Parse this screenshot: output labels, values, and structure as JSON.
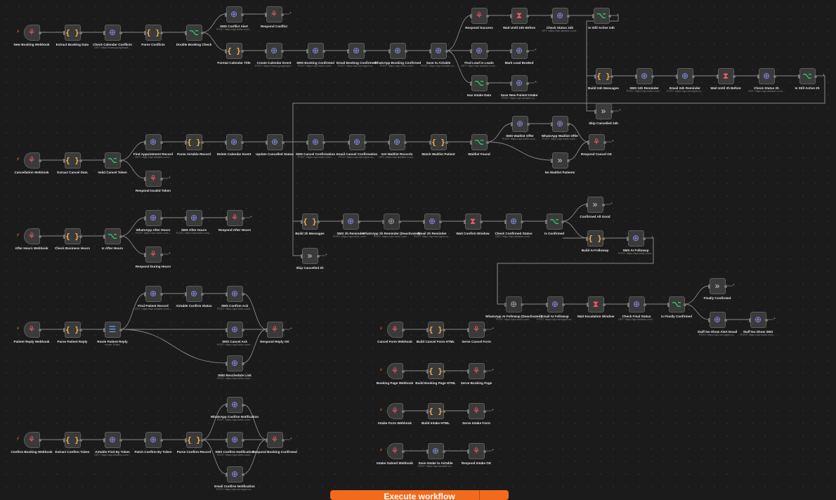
{
  "nodes": [
    {
      "id": "n1",
      "label": "New Booking Webhook",
      "type": "webhook",
      "trigger": true
    },
    {
      "id": "n2",
      "label": "Extract Booking Data",
      "type": "code"
    },
    {
      "id": "n3",
      "label": "Check Calendar Conflicts",
      "sub": "GET: https://www.googleapis...",
      "type": "http"
    },
    {
      "id": "n4",
      "label": "Parse Conflicts",
      "type": "code"
    },
    {
      "id": "n5",
      "label": "Double Booking Check",
      "type": "if"
    },
    {
      "id": "n6",
      "label": "SMS Conflict Alert",
      "sub": "POST: https://api.twilio.com/...",
      "type": "http"
    },
    {
      "id": "n7",
      "label": "Respond Conflict",
      "type": "webhook"
    },
    {
      "id": "n8",
      "label": "Format Calendar Title",
      "type": "code"
    },
    {
      "id": "n9",
      "label": "Create Calendar Event",
      "sub": "POST: https://www.googleapis...",
      "type": "http"
    },
    {
      "id": "n10",
      "label": "SMS Booking Confirmed",
      "sub": "POST: https://api.twilio.com/...",
      "type": "http"
    },
    {
      "id": "n11",
      "label": "Email Booking Confirmed",
      "sub": "POST: https://api.sendgrid.co...",
      "type": "http"
    },
    {
      "id": "n12",
      "label": "WhatsApp Booking Confirmed",
      "sub": "POST: https://api.twilio.com/...",
      "type": "http"
    },
    {
      "id": "n13",
      "label": "Save to Airtable",
      "sub": "POST: https://api.airtable.co...",
      "type": "http"
    },
    {
      "id": "n14",
      "label": "Respond Success",
      "type": "webhook"
    },
    {
      "id": "n15",
      "label": "Wait Until 24h Before",
      "type": "wait"
    },
    {
      "id": "n16",
      "label": "Check Status 24h",
      "sub": "GET: https://api.airtable.com/...",
      "type": "http"
    },
    {
      "id": "n17",
      "label": "Is Still Active 24h",
      "type": "if"
    },
    {
      "id": "n18",
      "label": "Find Lead in Leads",
      "sub": "GET: https://api.airtable.com/...",
      "type": "http"
    },
    {
      "id": "n19",
      "label": "Mark Lead Booked",
      "type": "http"
    },
    {
      "id": "n20",
      "label": "Has Intake Data",
      "type": "if"
    },
    {
      "id": "n21",
      "label": "Save New Patient Intake",
      "sub": "POST: https://api.airtable.co...",
      "type": "http"
    },
    {
      "id": "n22",
      "label": "Build 24h Messages",
      "type": "code"
    },
    {
      "id": "n23",
      "label": "SMS 24h Reminder",
      "sub": "POST: https://api.twilio.com/...",
      "type": "http"
    },
    {
      "id": "n24",
      "label": "Email 24h Reminder",
      "sub": "POST: https://api.sendgrid.co...",
      "type": "http"
    },
    {
      "id": "n25",
      "label": "Wait Until 2h Before",
      "type": "wait"
    },
    {
      "id": "n26",
      "label": "Check Status 2h",
      "sub": "GET: https://api.airtable.com/...",
      "type": "http"
    },
    {
      "id": "n27",
      "label": "Is Still Active 2h",
      "type": "if"
    },
    {
      "id": "n28",
      "label": "Skip Cancelled 24h",
      "type": "noop"
    },
    {
      "id": "n29",
      "label": "Cancellation Webhook",
      "type": "webhook",
      "trigger": true
    },
    {
      "id": "n30",
      "label": "Extract Cancel Data",
      "type": "code"
    },
    {
      "id": "n31",
      "label": "Valid Cancel Token",
      "type": "if"
    },
    {
      "id": "n32",
      "label": "Find Appointment Record",
      "sub": "GET: https://api.airtable.com/...",
      "type": "http"
    },
    {
      "id": "n33",
      "label": "Parse Airtable Record",
      "type": "code"
    },
    {
      "id": "n34",
      "label": "Delete Calendar Event",
      "type": "http"
    },
    {
      "id": "n35",
      "label": "Update Cancelled Status",
      "type": "http"
    },
    {
      "id": "n36",
      "label": "Respond Invalid Token",
      "type": "webhook"
    },
    {
      "id": "n37",
      "label": "SMS Cancel Confirmation",
      "sub": "POST: https://api.twilio.com/...",
      "type": "http"
    },
    {
      "id": "n38",
      "label": "Email Cancel Confirmation",
      "sub": "POST: https://api.sendgrid.co...",
      "type": "http"
    },
    {
      "id": "n39",
      "label": "Get Waitlist Records",
      "sub": "GET: https://api.airtable.com/...",
      "type": "http"
    },
    {
      "id": "n40",
      "label": "Match Waitlist Patient",
      "type": "code"
    },
    {
      "id": "n41",
      "label": "Waitlist Found",
      "type": "if"
    },
    {
      "id": "n42",
      "label": "SMS Waitlist Offer",
      "sub": "POST: https://api.twilio.com/...",
      "type": "http"
    },
    {
      "id": "n43",
      "label": "WhatsApp Waitlist Offer",
      "sub": "POST: https://api.twilio.com/...",
      "type": "http"
    },
    {
      "id": "n44",
      "label": "Respond Cancel OK",
      "type": "webhook"
    },
    {
      "id": "n45",
      "label": "No Waitlist Patients",
      "type": "noop"
    },
    {
      "id": "n46",
      "label": "After Hours Webhook",
      "type": "webhook",
      "trigger": true
    },
    {
      "id": "n47",
      "label": "Check Business Hours",
      "type": "code"
    },
    {
      "id": "n48",
      "label": "Is After Hours",
      "type": "if"
    },
    {
      "id": "n49",
      "label": "WhatsApp After Hours",
      "sub": "POST: https://api.twilio.com/...",
      "type": "http"
    },
    {
      "id": "n50",
      "label": "SMS After Hours",
      "sub": "POST: https://api.twilio.com/...",
      "type": "http"
    },
    {
      "id": "n51",
      "label": "Respond After Hours",
      "type": "webhook"
    },
    {
      "id": "n52",
      "label": "Respond During Hours",
      "type": "webhook"
    },
    {
      "id": "n53",
      "label": "Build 2h Messages",
      "type": "code"
    },
    {
      "id": "n54",
      "label": "SMS 2h Reminder",
      "sub": "POST: https://api.twilio.com/...",
      "type": "http"
    },
    {
      "id": "n55",
      "label": "WhatsApp 2h Reminder (Deactivated)",
      "sub": "POST: https://api.twilio.com/...",
      "type": "http",
      "disabled": true
    },
    {
      "id": "n56",
      "label": "Email 2h Reminder",
      "sub": "POST: https://api.sendgrid.co...",
      "type": "http"
    },
    {
      "id": "n57",
      "label": "Wait Confirm Window",
      "type": "wait"
    },
    {
      "id": "n58",
      "label": "Check Confirmed Status",
      "sub": "GET: https://api.airtable.com/...",
      "type": "http"
    },
    {
      "id": "n59",
      "label": "Is Confirmed",
      "type": "if"
    },
    {
      "id": "n60",
      "label": "Confirmed All Good",
      "type": "noop"
    },
    {
      "id": "n61",
      "label": "Build AI Followup",
      "type": "code"
    },
    {
      "id": "n62",
      "label": "SMS AI Followup",
      "sub": "POST: https://api.twilio.com/...",
      "type": "http"
    },
    {
      "id": "n63",
      "label": "Skip Cancelled 2h",
      "type": "noop"
    },
    {
      "id": "n64",
      "label": "WhatsApp AI Followup (Deactivated)",
      "sub": "POST: https://api.twilio.com/...",
      "type": "http",
      "disabled": true
    },
    {
      "id": "n65",
      "label": "Email AI Followup",
      "sub": "POST: https://api.sendgrid.co...",
      "type": "http"
    },
    {
      "id": "n66",
      "label": "Wait Escalation Window",
      "type": "wait"
    },
    {
      "id": "n67",
      "label": "Check Final Status",
      "sub": "GET: https://api.airtable.com/...",
      "type": "http"
    },
    {
      "id": "n68",
      "label": "Is Finally Confirmed",
      "type": "if"
    },
    {
      "id": "n69",
      "label": "Finally Confirmed",
      "type": "noop"
    },
    {
      "id": "n70",
      "label": "Staff No-Show Alert Email",
      "sub": "POST: https://api.sendgrid.co...",
      "type": "http"
    },
    {
      "id": "n71",
      "label": "Staff No-Show SMS",
      "sub": "POST: https://api.twilio.com/...",
      "type": "http"
    },
    {
      "id": "n72",
      "label": "Patient Reply Webhook",
      "type": "webhook",
      "trigger": true
    },
    {
      "id": "n73",
      "label": "Parse Patient Reply",
      "type": "code"
    },
    {
      "id": "n74",
      "label": "Route Patient Reply",
      "sub": "mode: Rules",
      "type": "switch"
    },
    {
      "id": "n75",
      "label": "Find Patient Record",
      "sub": "GET: https://api.airtable.com/...",
      "type": "http"
    },
    {
      "id": "n76",
      "label": "Airtable Confirm Status",
      "type": "http"
    },
    {
      "id": "n77",
      "label": "SMS Confirm Ack",
      "sub": "POST: https://api.twilio.com/...",
      "type": "http"
    },
    {
      "id": "n78",
      "label": "SMS Cancel Ack",
      "sub": "POST: https://api.twilio.com/...",
      "type": "http"
    },
    {
      "id": "n79",
      "label": "SMS Reschedule Link",
      "sub": "POST: https://api.twilio.com/...",
      "type": "http"
    },
    {
      "id": "n80",
      "label": "Respond Reply OK",
      "type": "webhook"
    },
    {
      "id": "n81",
      "label": "Cancel Form Webhook",
      "type": "webhook",
      "trigger": true
    },
    {
      "id": "n82",
      "label": "Build Cancel Form HTML",
      "type": "code"
    },
    {
      "id": "n83",
      "label": "Serve Cancel Form",
      "type": "webhook"
    },
    {
      "id": "n84",
      "label": "Booking Page Webhook",
      "type": "webhook",
      "trigger": true
    },
    {
      "id": "n85",
      "label": "Build Booking Page HTML",
      "type": "code"
    },
    {
      "id": "n86",
      "label": "Serve Booking Page",
      "type": "webhook"
    },
    {
      "id": "n87",
      "label": "Intake Form Webhook",
      "type": "webhook",
      "trigger": true
    },
    {
      "id": "n88",
      "label": "Build Intake HTML",
      "type": "code"
    },
    {
      "id": "n89",
      "label": "Serve Intake Form",
      "type": "webhook"
    },
    {
      "id": "n90",
      "label": "Intake Submit Webhook",
      "type": "webhook",
      "trigger": true
    },
    {
      "id": "n91",
      "label": "Save Intake to Airtable",
      "sub": "POST: https://api.airtable.co...",
      "type": "http"
    },
    {
      "id": "n92",
      "label": "Respond Intake OK",
      "type": "webhook"
    },
    {
      "id": "n93",
      "label": "Confirm Booking Webhook",
      "type": "webhook",
      "trigger": true
    },
    {
      "id": "n94",
      "label": "Extract Confirm Token",
      "type": "code"
    },
    {
      "id": "n95",
      "label": "Airtable Find By Token",
      "sub": "GET: https://api.airtable.com/...",
      "type": "http"
    },
    {
      "id": "n96",
      "label": "Patch Confirm By Token",
      "type": "http"
    },
    {
      "id": "n97",
      "label": "Parse Confirm Record",
      "type": "code"
    },
    {
      "id": "n98",
      "label": "WhatsApp Confirm Notification",
      "sub": "POST: https://api.twilio.com/...",
      "type": "http"
    },
    {
      "id": "n99",
      "label": "SMS Confirm Notification",
      "sub": "POST: https://api.twilio.com/...",
      "type": "http"
    },
    {
      "id": "n100",
      "label": "Email Confirm Notification",
      "sub": "POST: https://api.sendgrid.co...",
      "type": "http"
    },
    {
      "id": "n101",
      "label": "Respond Booking Confirmed",
      "type": "webhook"
    }
  ],
  "icons": {
    "webhook": "webhook-icon",
    "code": "code-braces-icon",
    "http": "globe-icon",
    "if": "branch-icon",
    "wait": "hourglass-icon",
    "noop": "chevrons-right-icon",
    "switch": "switch-route-icon"
  },
  "colors": {
    "background": "#1b1b1b",
    "node": "#3a3a3a",
    "wire": "#8a8a8a",
    "webhook": "#f05a6a",
    "code": "#f1b24a",
    "http": "#8b8ef0",
    "if": "#34c26a",
    "execute": "#f26b1d"
  },
  "toolbar": {
    "execute_label": "Execute workflow"
  }
}
